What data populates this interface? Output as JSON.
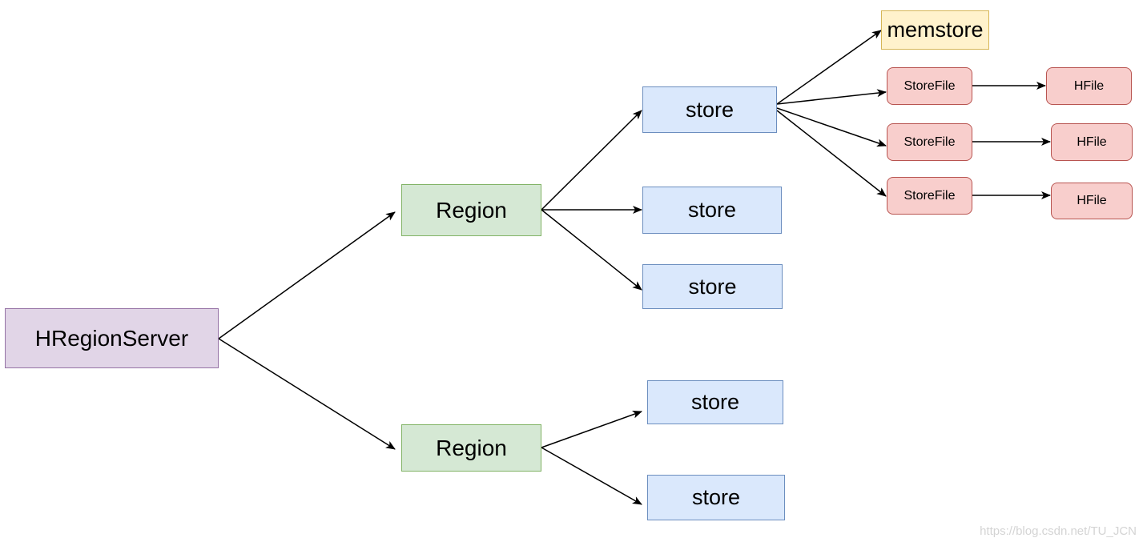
{
  "nodes": {
    "hregionserver": "HRegionServer",
    "region_1": "Region",
    "region_2": "Region",
    "store_1": "store",
    "store_2": "store",
    "store_3": "store",
    "store_4": "store",
    "store_5": "store",
    "memstore": "memstore",
    "storefile_1": "StoreFile",
    "storefile_2": "StoreFile",
    "storefile_3": "StoreFile",
    "hfile_1": "HFile",
    "hfile_2": "HFile",
    "hfile_3": "HFile"
  },
  "colors": {
    "server_fill": "#e1d5e7",
    "server_border": "#9673a6",
    "region_fill": "#d5e8d4",
    "region_border": "#82b366",
    "store_fill": "#dae8fc",
    "store_border": "#6c8ebf",
    "memstore_fill": "#fff2cc",
    "memstore_border": "#d6b656",
    "file_fill": "#f8cecc",
    "file_border": "#b85450",
    "arrow": "#000000"
  },
  "watermark": "https://blog.csdn.net/TU_JCN"
}
